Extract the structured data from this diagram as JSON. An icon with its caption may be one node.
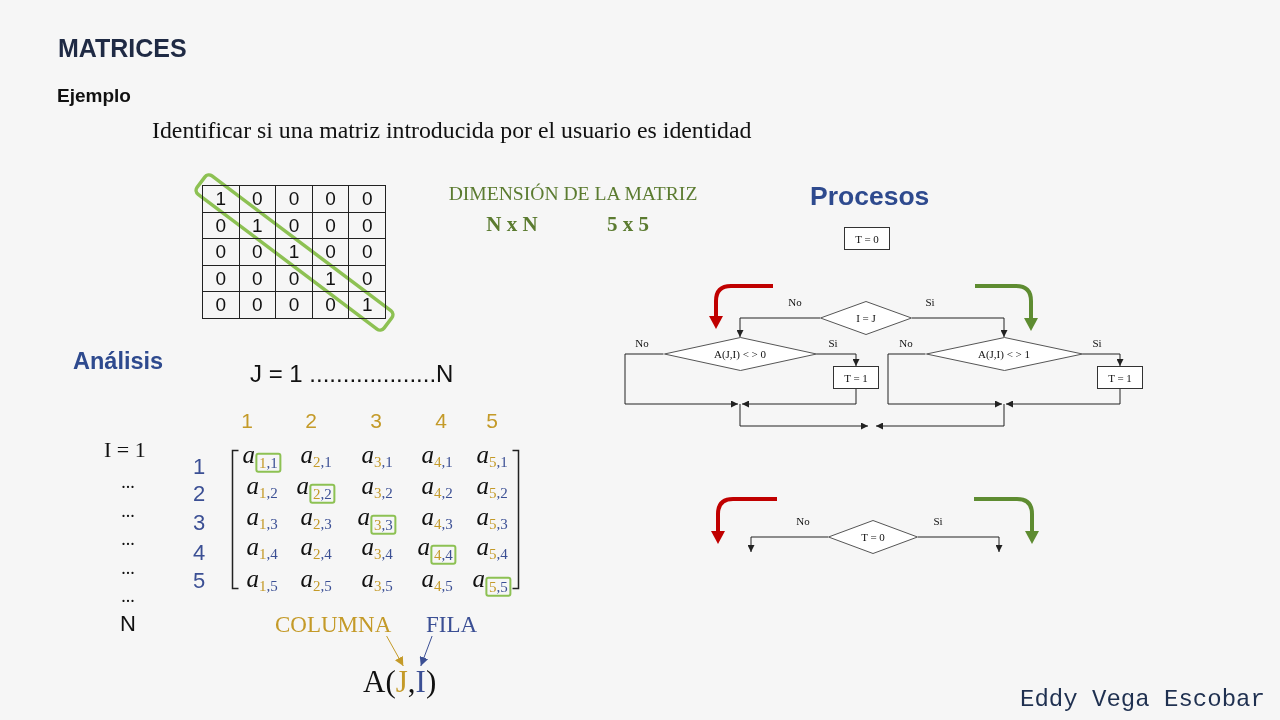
{
  "diagram": {
    "title": "MATRICES",
    "nodes": [
      {
        "text": [
          "T = 0"
        ]
      },
      {
        "text": [
          "I = J"
        ]
      },
      {
        "text": [
          "A(J,I) < > 0"
        ]
      },
      {
        "text": [
          "T = 1"
        ]
      },
      {
        "text": [
          "A(J,I) < > 1"
        ]
      },
      {
        "text": [
          "T = 1"
        ]
      },
      {
        "text": [
          "T = 0"
        ]
      },
      {
        "text": [
          "COLUMNA"
        ]
      },
      {
        "text": [
          "FILA"
        ]
      },
      {
        "text": [
          "A(J,I)"
        ]
      }
    ],
    "edges": [
      {
        "from": 1,
        "to": 2,
        "arrow": "to",
        "label": "No"
      },
      {
        "from": 1,
        "to": 4,
        "arrow": "to",
        "label": "Si"
      },
      {
        "from": 2,
        "to": 3,
        "arrow": "to",
        "label": "Si"
      },
      {
        "from": 2,
        "to": null,
        "arrow": "to",
        "label": "No"
      },
      {
        "from": 3,
        "to": null,
        "arrow": "to"
      },
      {
        "from": 4,
        "to": 5,
        "arrow": "to",
        "label": "Si"
      },
      {
        "from": 4,
        "to": null,
        "arrow": "to",
        "label": "No"
      },
      {
        "from": 5,
        "to": null,
        "arrow": "to"
      },
      {
        "from": 6,
        "to": null,
        "arrow": "to",
        "label": "No"
      },
      {
        "from": 6,
        "to": null,
        "arrow": "to",
        "label": "Si"
      },
      {
        "from": 7,
        "to": 9,
        "arrow": "to",
        "color": "#c49a28"
      },
      {
        "from": 8,
        "to": 9,
        "arrow": "to",
        "color": "#3b4f94"
      }
    ],
    "labels": [
      "Ejemplo",
      "Identificar si una matriz introducida por el usuario es identidad",
      "1",
      "0",
      "0",
      "0",
      "0",
      "0",
      "1",
      "0",
      "0",
      "0",
      "0",
      "0",
      "1",
      "0",
      "0",
      "0",
      "0",
      "0",
      "1",
      "0",
      "0",
      "0",
      "0",
      "0",
      "1",
      "DIMENSIÓN DE LA MATRIZ",
      "N x N",
      "5 x 5",
      "Procesos",
      "Análisis",
      "J = 1 ...................N",
      "1",
      "2",
      "3",
      "4",
      "5",
      "I = 1",
      "...",
      "...",
      "...",
      "...",
      "...",
      "N",
      "1",
      "2",
      "3",
      "4",
      "5",
      "*a*$_{1,1}$",
      "*a*$_{2,1}$",
      "*a*$_{3,1}$",
      "*a*$_{4,1}$",
      "*a*$_{5,1}$",
      "*a*$_{1,2}$",
      "*a*$_{2,2}$",
      "*a*$_{3,2}$",
      "*a*$_{4,2}$",
      "*a*$_{5,2}$",
      "*a*$_{1,3}$",
      "*a*$_{2,3}$",
      "*a*$_{3,3}$",
      "*a*$_{4,3}$",
      "*a*$_{5,3}$",
      "*a*$_{1,4}$",
      "*a*$_{2,4}$",
      "*a*$_{3,4}$",
      "*a*$_{4,4}$",
      "*a*$_{5,4}$",
      "*a*$_{1,5}$",
      "*a*$_{2,5}$",
      "*a*$_{3,5}$",
      "*a*$_{4,5}$",
      "*a*$_{5,5}$",
      "Eddy Vega Escobar"
    ]
  }
}
